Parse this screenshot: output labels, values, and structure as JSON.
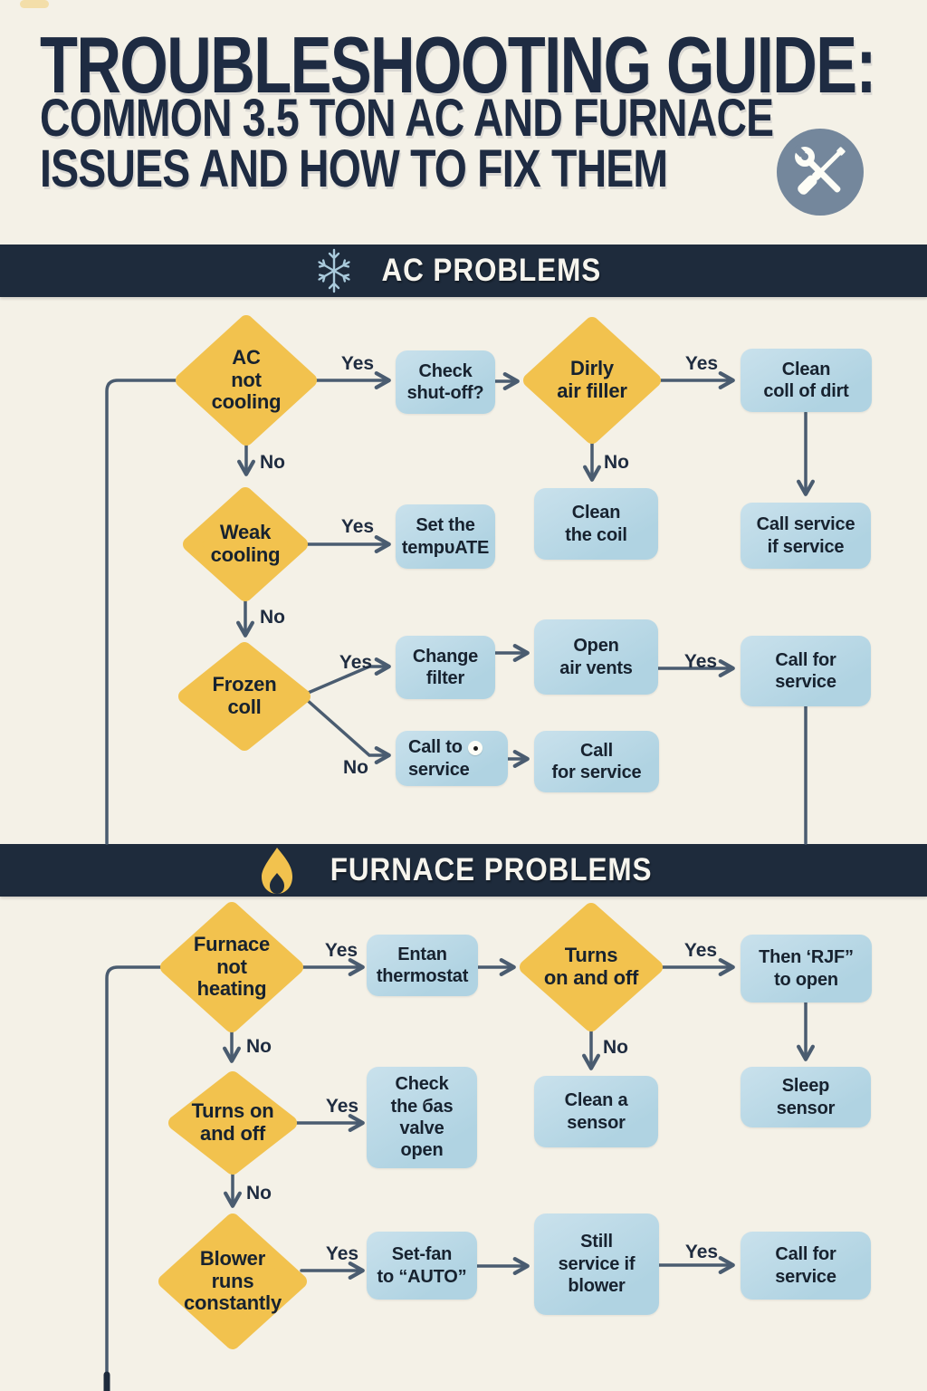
{
  "header": {
    "title": "TROUBLESHOOTING GUIDE:",
    "subtitle1": "COMMON 3.5 TON AC AND FURNACE",
    "subtitle2": "ISSUES AND HOW TO FIX THEM"
  },
  "bands": {
    "ac": {
      "label": "AC PROBLEMS",
      "icon": "snowflake-icon"
    },
    "furnace": {
      "label": "FURNACE PROBLEMS",
      "icon": "flame-icon"
    }
  },
  "labels": {
    "yes": "Yes",
    "no": "No"
  },
  "nodes": {
    "ac_d1": "AC\nnot\ncooling",
    "ac_b1": "Check\nshut-off?",
    "ac_d2": "Dirly\nair filler",
    "ac_b2": "Clean\ncoll of dirt",
    "ac_d3": "Weak\ncooling",
    "ac_b3": "Set the\ntempυATE",
    "ac_b4": "Clean\nthe coil",
    "ac_b5": "Call service\nif service",
    "ac_d4": "Frozen\ncoll",
    "ac_b6": "Change\nfilter",
    "ac_b7": "Open\nair vents",
    "ac_b8": "Call to\nservice",
    "ac_b9": "Call\nfor service",
    "ac_b10": "Call for\nservice",
    "f_d1": "Furnace\nnot\nheating",
    "f_b1": "Entan\nthermostat",
    "f_d2": "Turns\non and off",
    "f_b2": "Then ‘RJF”\nto open",
    "f_d3": "Turns on\nand off",
    "f_b3": "Check\nthe бas\nvalve\nopen",
    "f_b4": "Clean a\nsensor",
    "f_b5": "Sleep\nsensor",
    "f_d4": "Blower\nruns\nconstantly",
    "f_b6": "Set-fan\nto “AUTO”",
    "f_b7": "Still\nservice if\nblower",
    "f_b8": "Call for\nservice"
  },
  "colors": {
    "background": "#f4f1e7",
    "navy": "#1e2b3c",
    "title_navy": "#1e2b42",
    "diamond_yellow": "#f2c24e",
    "box_blue": "#b9d8e6",
    "arrow_slate": "#4a5c70",
    "icon_circle": "#74879c",
    "snowflake_blue": "#a9cadc"
  }
}
